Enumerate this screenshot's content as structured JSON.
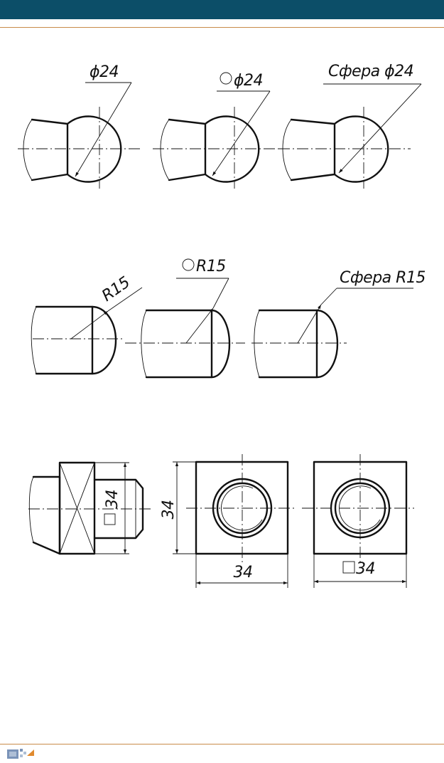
{
  "header": {
    "bar_color": "#0c4e68",
    "rule_color": "#c98b4a"
  },
  "row1": {
    "label_a": "ϕ24",
    "label_b_symbol": "circle-symbol",
    "label_b": "ϕ24",
    "label_c": "Сфера ϕ24"
  },
  "row2": {
    "label_a": "R15",
    "label_b_symbol": "circle-symbol",
    "label_b": "R15",
    "label_c": "Сфера R15"
  },
  "row3": {
    "label_side": "34",
    "label_front_vertical": "34",
    "label_front_horizontal": "34",
    "label_right_horizontal": "34",
    "square_symbol": "square-symbol"
  },
  "footer": {
    "logo_icon": "logo-icon"
  }
}
